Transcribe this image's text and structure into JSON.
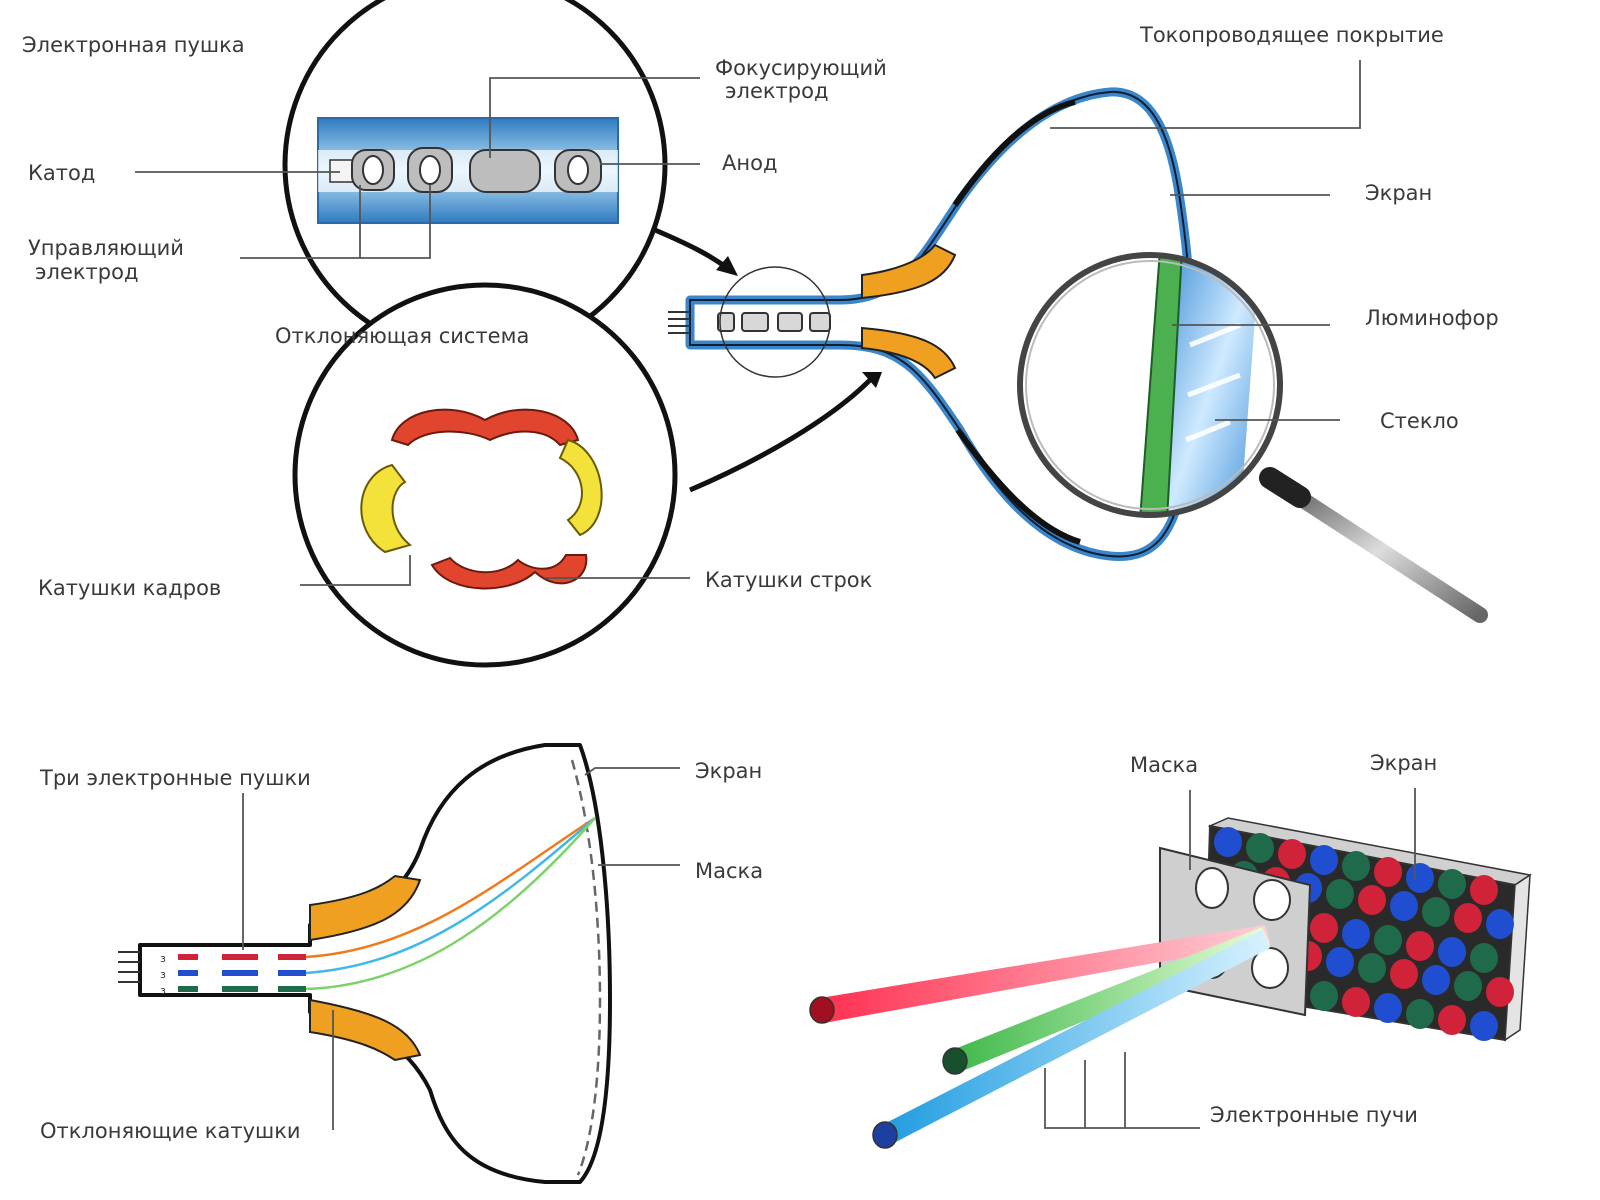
{
  "labels": {
    "electron_gun": "Электронная пушка",
    "focusing_electrode": "Фокусирующий",
    "focusing_electrode_2": "электрод",
    "cathode": "Катод",
    "anode": "Анод",
    "control_electrode": "Управляющий",
    "control_electrode_2": "электрод",
    "deflection_system": "Отклоняющая система",
    "conductive_coating": "Токопроводящее покрытие",
    "screen_top": "Экран",
    "phosphor": "Люминофор",
    "glass": "Стекло",
    "frame_coils": "Катушки кадров",
    "line_coils": "Катушки строк",
    "three_guns": "Три  электронные пушки",
    "screen_color": "Экран",
    "mask_color": "Маска",
    "deflection_coils": "Отклоняющие катушки",
    "mask_3d": "Маска",
    "screen_3d": "Экран",
    "electron_beams": "Электронные пучи"
  },
  "colors": {
    "tube_blue": "#3a86c8",
    "coil_orange": "#f0a020",
    "coil_red": "#e2452e",
    "coil_yellow": "#f2e23a",
    "phosphor_green": "#4caf50",
    "beam_red": "#ff4060",
    "beam_green": "#7cd36a",
    "beam_blue": "#40b8e8",
    "dot_blue": "#1f4fd0",
    "dot_red": "#d02238",
    "dot_green": "#1f6a4a"
  }
}
